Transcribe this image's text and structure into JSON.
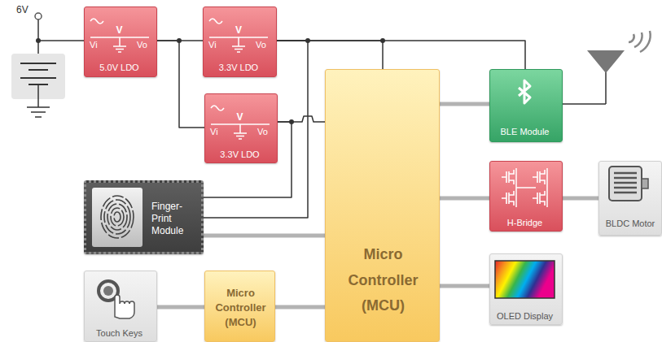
{
  "diagram": {
    "nodes": [
      {
        "text": [
          "Vi",
          "V",
          "Vo",
          "5.0V LDO"
        ]
      },
      {
        "text": [
          "Vi",
          "V",
          "Vo",
          "3.3V LDO"
        ]
      },
      {
        "text": [
          "Micro Controller (MCU)"
        ]
      },
      {
        "text": [
          "BLE Module"
        ]
      },
      {
        "text": [
          "Vi",
          "V",
          "Vo",
          "3.3V LDO"
        ]
      },
      {
        "text": [
          "Finger-Print Module"
        ]
      },
      {
        "text": [
          "H-Bridge"
        ]
      },
      {
        "text": [
          "BLDC Motor"
        ]
      },
      {
        "text": [
          "OLED Display"
        ]
      },
      {
        "text": [
          "Touch Keys"
        ]
      },
      {
        "text": [
          "Micro Controller (MCU)"
        ]
      }
    ],
    "edges": [
      {
        "from": 0,
        "to": 1,
        "arrow": "none"
      },
      {
        "from": 0,
        "to": 4,
        "arrow": "none"
      },
      {
        "from": 1,
        "to": 2,
        "arrow": "none"
      },
      {
        "from": 1,
        "to": 3,
        "arrow": "none"
      },
      {
        "from": 1,
        "to": 5,
        "arrow": "none"
      },
      {
        "from": 4,
        "to": 2,
        "arrow": "none"
      },
      {
        "from": 4,
        "to": 5,
        "arrow": "none"
      },
      {
        "from": 5,
        "to": 2,
        "arrow": "none"
      },
      {
        "from": 2,
        "to": 3,
        "arrow": "none"
      },
      {
        "from": 2,
        "to": 6,
        "arrow": "none"
      },
      {
        "from": 2,
        "to": 8,
        "arrow": "none"
      },
      {
        "from": 6,
        "to": 7,
        "arrow": "none"
      },
      {
        "from": 9,
        "to": 10,
        "arrow": "none"
      },
      {
        "from": 10,
        "to": 2,
        "arrow": "none"
      }
    ],
    "labels": [
      "6V"
    ]
  }
}
